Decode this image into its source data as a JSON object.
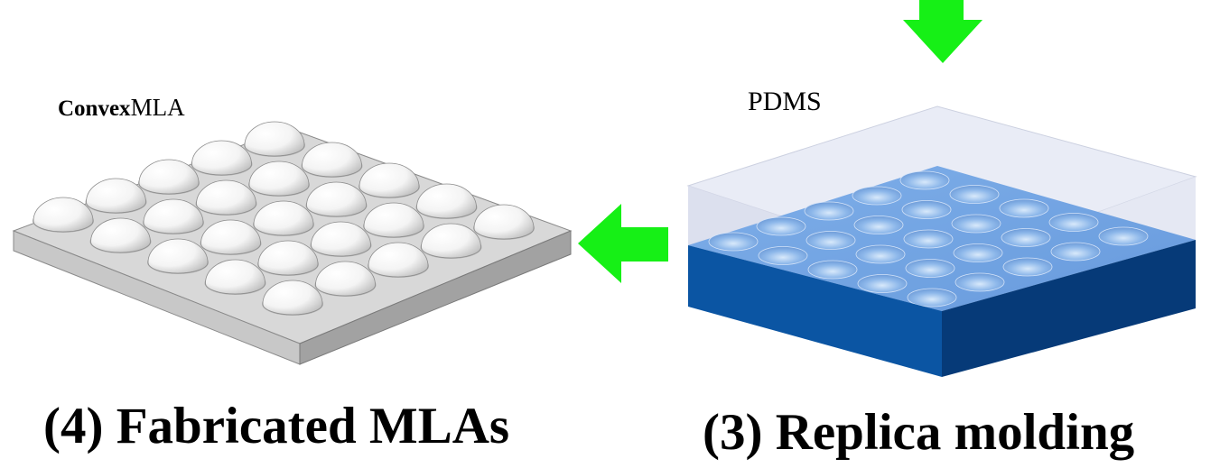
{
  "labels": {
    "convex_prefix": "Convex",
    "convex_suffix": "MLA",
    "pdms": "PDMS",
    "step4": "(4) Fabricated MLAs",
    "step3": "(3) Replica molding"
  },
  "colors": {
    "arrow": "#16f016",
    "mla_top": "#d8d8d8",
    "mla_front": "#c8c8c8",
    "mla_side": "#9e9e9e",
    "mold_front": "#0b55a3",
    "mold_side": "#063a78",
    "pdms_overlay": "#dfe4f2"
  },
  "lens_grid": {
    "rows": 5,
    "cols": 5
  }
}
